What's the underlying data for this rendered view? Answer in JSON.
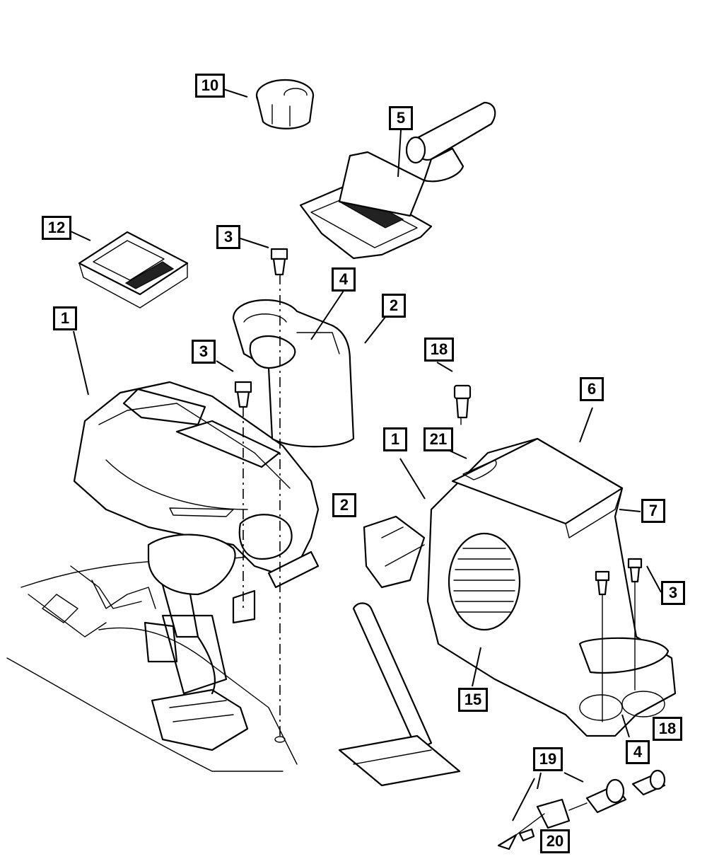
{
  "callouts": {
    "c10": "10",
    "c5": "5",
    "c12": "12",
    "c3a": "3",
    "c4a": "4",
    "c2a": "2",
    "c18a": "18",
    "c1a": "1",
    "c3b": "3",
    "c6": "6",
    "c1b": "1",
    "c21": "21",
    "c2b": "2",
    "c7": "7",
    "c3c": "3",
    "c15": "15",
    "c4b": "4",
    "c18b": "18",
    "c19": "19",
    "c20": "20"
  }
}
